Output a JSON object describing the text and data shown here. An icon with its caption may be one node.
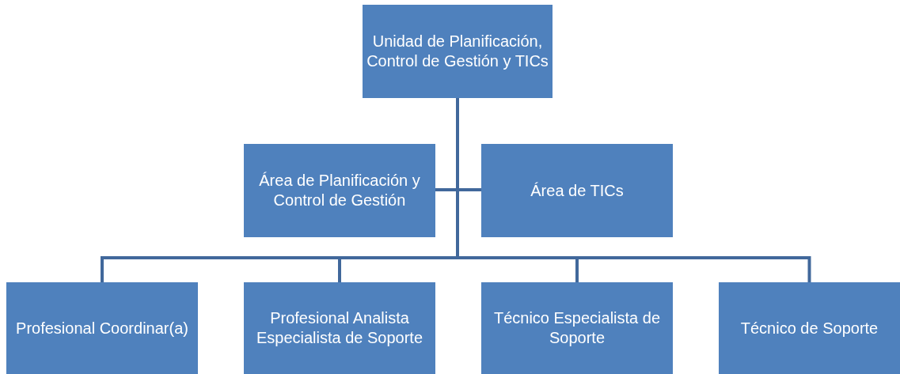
{
  "diagram": {
    "nodes": [
      {
        "text": [
          "Unidad de Planificación, Control de Gestión y TICs"
        ]
      },
      {
        "text": [
          "Área de Planificación y Control de Gestión"
        ]
      },
      {
        "text": [
          "Área de TICs"
        ]
      },
      {
        "text": [
          "Profesional Coordinar(a)"
        ]
      },
      {
        "text": [
          "Profesional Analista Especialista de Soporte"
        ]
      },
      {
        "text": [
          "Técnico Especialista de Soporte"
        ]
      },
      {
        "text": [
          "Técnico de Soporte"
        ]
      }
    ],
    "edges": [
      {
        "from": 0,
        "to": 1,
        "arrow": "none"
      },
      {
        "from": 0,
        "to": 2,
        "arrow": "none"
      },
      {
        "from": 0,
        "to": 3,
        "arrow": "none"
      },
      {
        "from": 0,
        "to": 4,
        "arrow": "none"
      },
      {
        "from": 0,
        "to": 5,
        "arrow": "none"
      },
      {
        "from": 0,
        "to": 6,
        "arrow": "none"
      }
    ]
  }
}
